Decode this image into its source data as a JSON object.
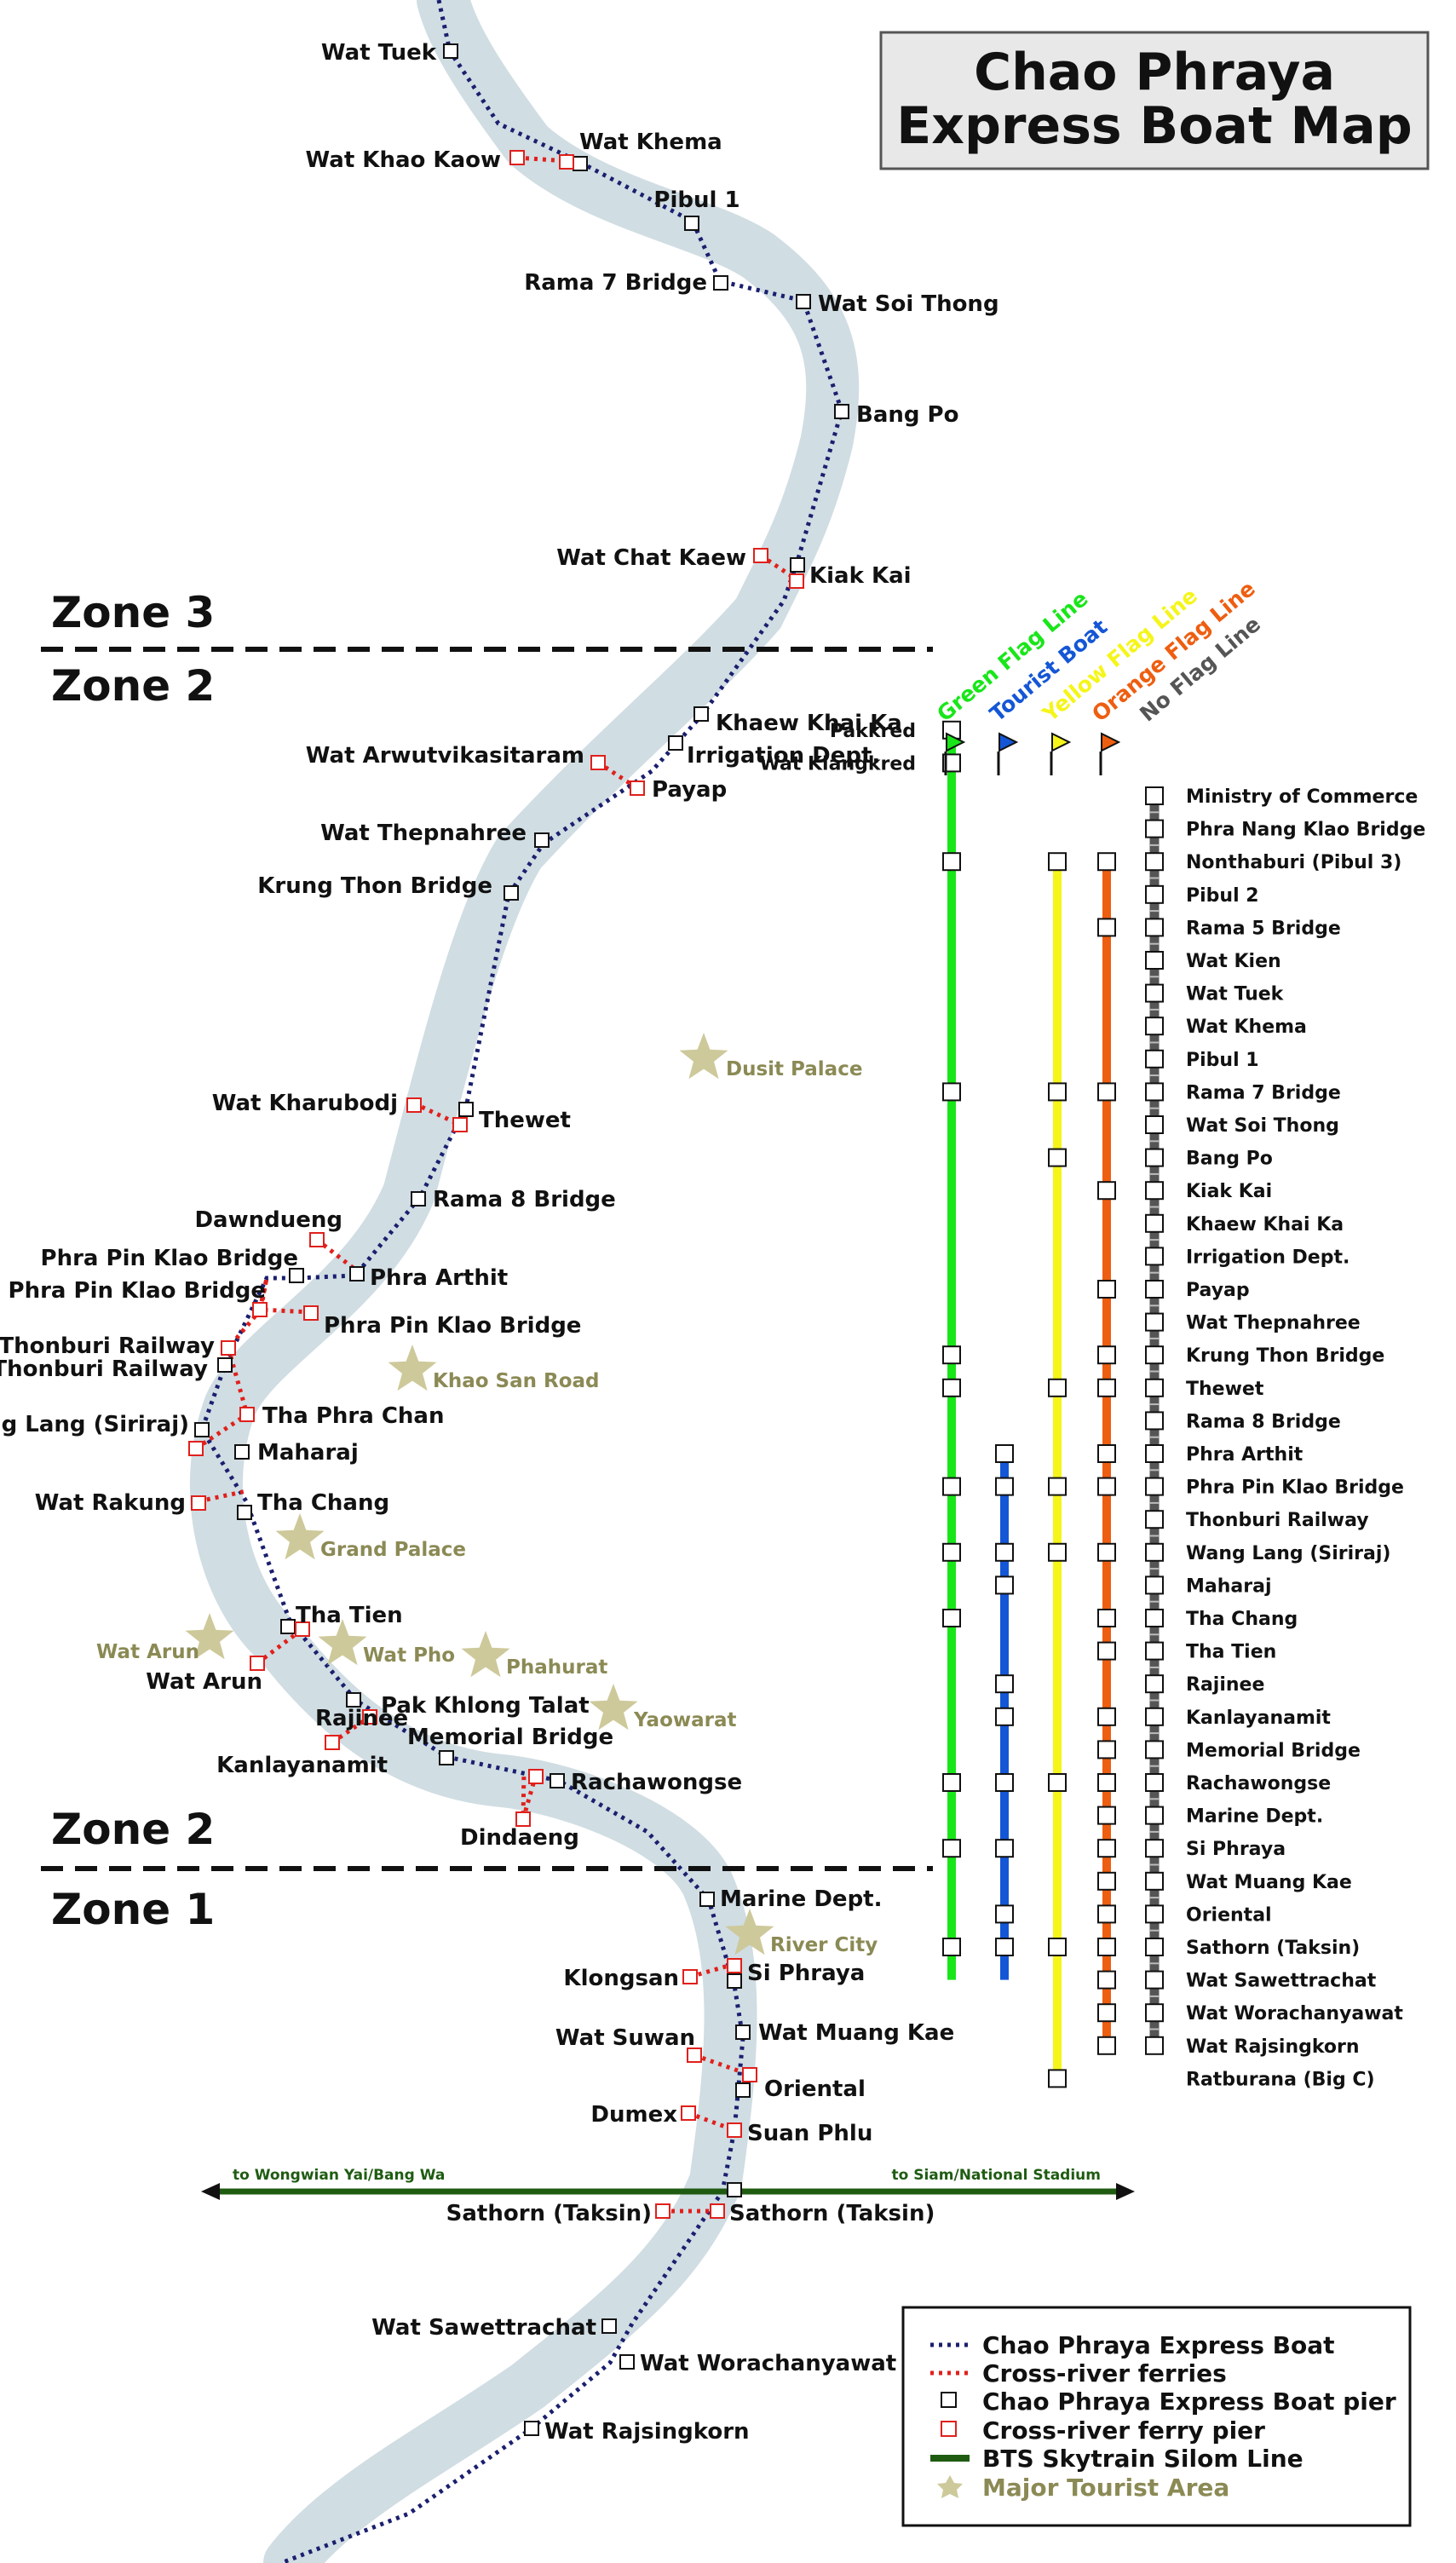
{
  "title": [
    "Chao Phraya",
    "Express Boat Map"
  ],
  "zones": [
    "Zone 3",
    "Zone 2",
    "Zone 2",
    "Zone 1"
  ],
  "colors": {
    "river": "#d0dde3",
    "express_route": "#1a1f6e",
    "ferry": "#e0201b",
    "green": "#19e619",
    "blue": "#1457d6",
    "yellow": "#f5f51a",
    "orange": "#ee5e10",
    "grey": "#555555",
    "bts": "#1f5c12",
    "tourist": "#cdc99a"
  },
  "express_piers": [
    "Wat Tuek",
    "Wat Khema",
    "Pibul 1",
    "Rama 7 Bridge",
    "Wat Soi Thong",
    "Bang Po",
    "Kiak Kai",
    "Khaew Khai Ka",
    "Irrigation Dept.",
    "Wat Thepnahree",
    "Krung Thon Bridge",
    "Thewet",
    "Rama 8 Bridge",
    "Phra Arthit",
    "Phra Pin Klao Bridge",
    "Thonburi Railway",
    "Wang Lang (Siriraj)",
    "Maharaj",
    "Tha Chang",
    "Tha Tien",
    "Rajinee",
    "Memorial Bridge",
    "Rachawongse",
    "Marine Dept.",
    "Si Phraya",
    "Wat Muang Kae",
    "Oriental",
    "Sathorn (Taksin)",
    "Wat Sawettrachat",
    "Wat Worachanyawat",
    "Wat Rajsingkorn"
  ],
  "ferry_piers": [
    "Wat Khao Kaow",
    "Wat Chat Kaew",
    "Wat Arwutvikasitaram",
    "Payap",
    "Wat Kharubodj",
    "Dawndueng",
    "Phra Pin Klao Bridge",
    "Phra Pin Klao Bridge",
    "Tha Phra Chan",
    "Wat Rakung",
    "Wat Arun",
    "Pak Khlong Talat",
    "Kanlayanamit",
    "Dindaeng",
    "Klongsan",
    "Wat Suwan",
    "Suan Phlu",
    "Dumex",
    "Sathorn (Taksin)"
  ],
  "tourist_areas": [
    "Dusit Palace",
    "Khao San Road",
    "Grand Palace",
    "Wat Arun",
    "Wat Pho",
    "Phahurat",
    "Yaowarat",
    "River City"
  ],
  "bts": {
    "left": "to Wongwian Yai/Bang Wa",
    "right": "to Siam/National Stadium"
  },
  "lines": [
    "Green Flag Line",
    "Tourist Boat",
    "Yellow Flag Line",
    "Orange Flag Line",
    "No Flag Line"
  ],
  "schedule_left_stations": [
    "Pakkred",
    "Wat Klangkred"
  ],
  "schedule_stations": [
    "Ministry of Commerce",
    "Phra Nang Klao Bridge",
    "Nonthaburi (Pibul 3)",
    "Pibul 2",
    "Rama 5 Bridge",
    "Wat Kien",
    "Wat Tuek",
    "Wat Khema",
    "Pibul 1",
    "Rama 7 Bridge",
    "Wat Soi Thong",
    "Bang Po",
    "Kiak Kai",
    "Khaew Khai Ka",
    "Irrigation Dept.",
    "Payap",
    "Wat Thepnahree",
    "Krung Thon Bridge",
    "Thewet",
    "Rama 8 Bridge",
    "Phra Arthit",
    "Phra Pin Klao Bridge",
    "Thonburi Railway",
    "Wang Lang (Siriraj)",
    "Maharaj",
    "Tha Chang",
    "Tha Tien",
    "Rajinee",
    "Kanlayanamit",
    "Memorial Bridge",
    "Rachawongse",
    "Marine Dept.",
    "Si Phraya",
    "Wat Muang Kae",
    "Oriental",
    "Sathorn (Taksin)",
    "Wat Sawettrachat",
    "Wat Worachanyawat",
    "Wat Rajsingkorn",
    "Ratburana (Big C)"
  ],
  "legend": [
    "Chao Phraya Express Boat",
    "Cross-river ferries",
    "Chao Phraya Express Boat pier",
    "Cross-river ferry pier",
    "BTS Skytrain Silom Line",
    "Major Tourist Area"
  ]
}
